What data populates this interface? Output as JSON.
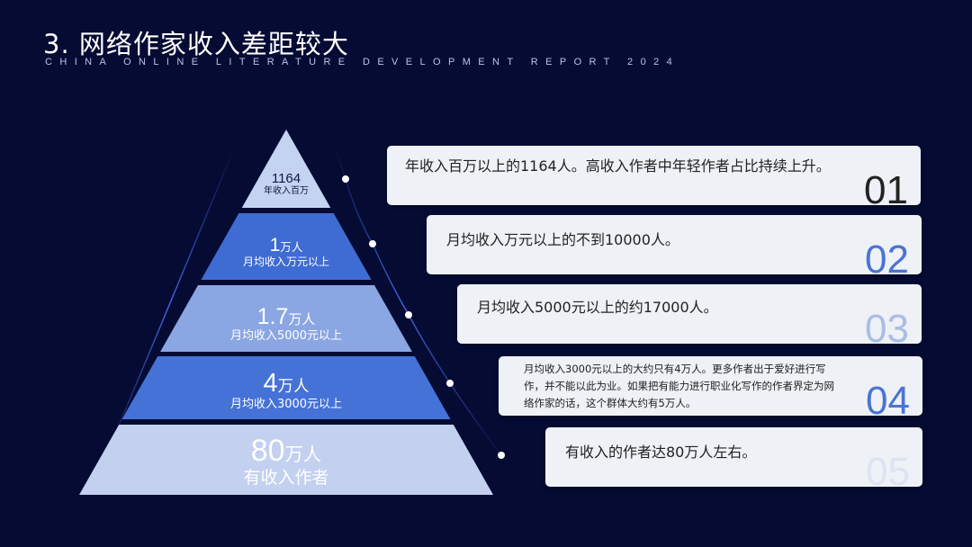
{
  "header": {
    "title": "3.  网络作家收入差距较大",
    "subtitle": "CHINA ONLINE LITERATURE DEVELOPMENT REPORT 2024"
  },
  "pyramid": {
    "levels": [
      {
        "value": "1164",
        "unit": "",
        "label": "年收入百万",
        "color": "#c5d3f2"
      },
      {
        "value": "1",
        "unit": "万人",
        "label": "月均收入万元以上",
        "color": "#3f6cd2"
      },
      {
        "value": "1.7",
        "unit": "万人",
        "label": "月均收入5000元以上",
        "color": "#8aa6e3"
      },
      {
        "value": "4",
        "unit": "万人",
        "label": "月均收入3000元以上",
        "color": "#4572d6"
      },
      {
        "value": "80",
        "unit": "万人",
        "label": "有收入作者",
        "color": "#c3d0f0"
      }
    ]
  },
  "cards": [
    {
      "text": "年收入百万以上的1164人。高收入作者中年轻作者占比持续上升。",
      "number": "01",
      "num_color": "#222222"
    },
    {
      "text": "月均收入万元以上的不到10000人。",
      "number": "02",
      "num_color": "#4a73d4"
    },
    {
      "text": "月均收入5000元以上的约17000人。",
      "number": "03",
      "num_color": "#a9bde6"
    },
    {
      "text": "月均收入3000元以上的大约只有4万人。更多作者出于爱好进行写作，并不能以此为业。如果把有能力进行职业化写作的作者界定为网络作家的话，这个群体大约有5万人。",
      "number": "04",
      "num_color": "#4a73d4"
    },
    {
      "text": "有收入的作者达80万人左右。",
      "number": "05",
      "num_color": "#dde3f1"
    }
  ]
}
